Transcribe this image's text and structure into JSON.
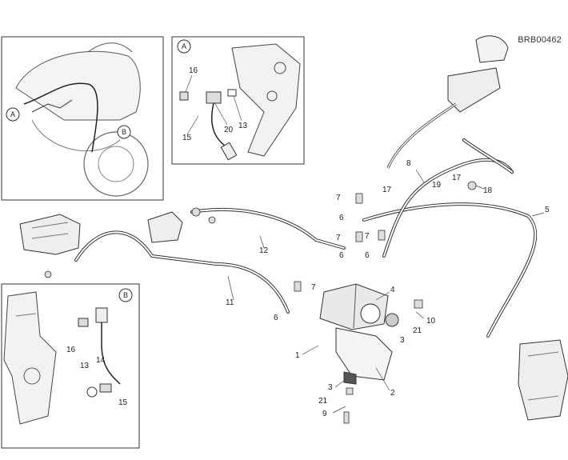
{
  "diagram_code": "BRB00462",
  "insets": {
    "overview": {
      "label_a": "A",
      "label_b": "B"
    },
    "detail_a": {
      "label": "A",
      "parts": [
        "16",
        "15",
        "20",
        "13"
      ]
    },
    "detail_b": {
      "label": "B",
      "parts": [
        "16",
        "13",
        "14",
        "15"
      ]
    }
  },
  "callouts": [
    "1",
    "2",
    "3",
    "3",
    "4",
    "5",
    "6",
    "6",
    "6",
    "6",
    "7",
    "7",
    "7",
    "7",
    "8",
    "9",
    "10",
    "11",
    "12",
    "17",
    "17",
    "18",
    "19",
    "21",
    "21"
  ]
}
